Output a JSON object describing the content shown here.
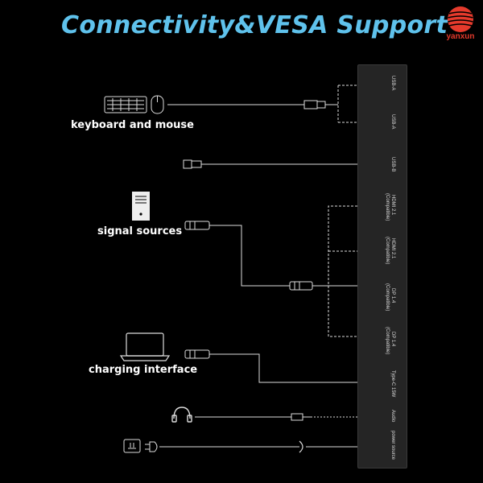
{
  "title": "Connectivity&VESA Support",
  "brand": {
    "name": "yanxun",
    "color": "#e43a2c",
    "logo_icon": "striped-globe-icon"
  },
  "accent_color": "#5fc2ec",
  "captions": {
    "keyboard": "keyboard and mouse",
    "signal": "signal sources",
    "charging": "charging interface"
  },
  "ports": {
    "usb_a_1": "USB-A",
    "usb_a_2": "USB-A",
    "usb_b": "USB-B",
    "hdmi_1": "HDMI 2.1",
    "hdmi_1_sub": "(Compatible)",
    "hdmi_2": "HDMI 2.1",
    "hdmi_2_sub": "(Compatible)",
    "dp_1": "DP 1.4",
    "dp_1_sub": "(Compatible)",
    "dp_2": "DP 1.4",
    "dp_2_sub": "(Compatible)",
    "type_c": "Type-C 15W",
    "audio": "Audio",
    "power": "power source"
  },
  "icons": [
    "keyboard-icon",
    "mouse-icon",
    "usb-plug-icon",
    "pc-tower-icon",
    "hdmi-plug-icon",
    "laptop-icon",
    "headphones-icon",
    "audio-jack-icon",
    "power-adapter-icon",
    "power-plug-icon"
  ]
}
